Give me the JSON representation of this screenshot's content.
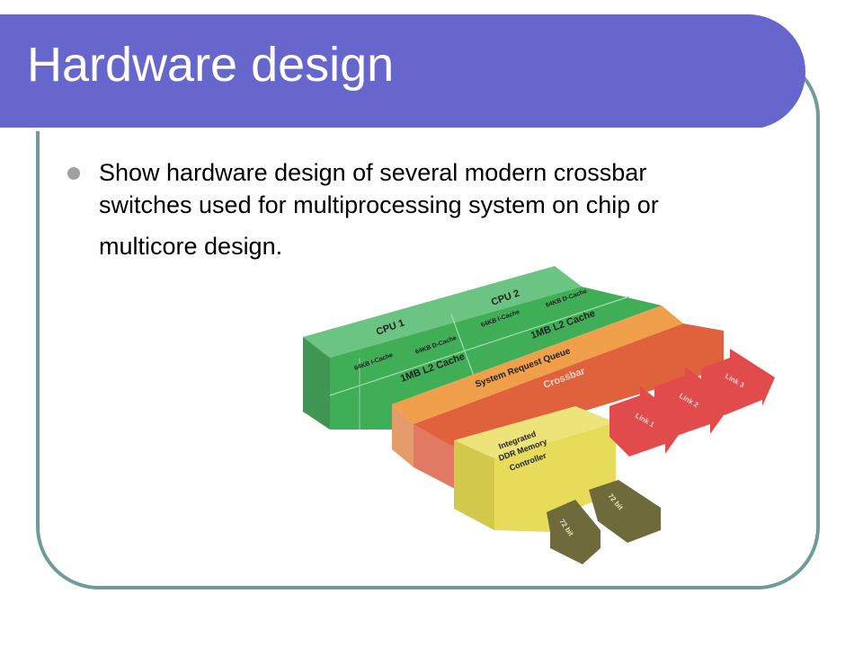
{
  "slide": {
    "title": "Hardware design",
    "bullet": {
      "line1": "Show hardware design of several modern crossbar",
      "line2": "switches used for multiprocessing system on chip or",
      "line3": "multicore design."
    }
  },
  "diagram": {
    "cpu1": "CPU 1",
    "cpu2": "CPU 2",
    "cpu1_icache": "64KB I-Cache",
    "cpu1_dcache": "64KB D-Cache",
    "cpu2_icache": "64KB I-Cache",
    "cpu2_dcache": "64KB D-Cache",
    "cpu1_l2": "1MB L2 Cache",
    "cpu2_l2": "1MB L2 Cache",
    "srq": "System Request Queue",
    "crossbar": "Crossbar",
    "mem1": "Integrated",
    "mem2": "DDR Memory",
    "mem3": "Controller",
    "link1": "Link 1",
    "link2": "Link 2",
    "link3": "Link 3",
    "bus1": "72 bit",
    "bus2": "72 bit"
  },
  "colors": {
    "title_bar": "#6666cc",
    "frame": "#6f9c9b",
    "cpu_green": "#3fae57",
    "srq_orange": "#f0a04a",
    "crossbar_red": "#e0623c",
    "memory_yellow": "#e6dc5a",
    "link_red": "#e24b4b",
    "bus_olive": "#6e6a3c"
  }
}
